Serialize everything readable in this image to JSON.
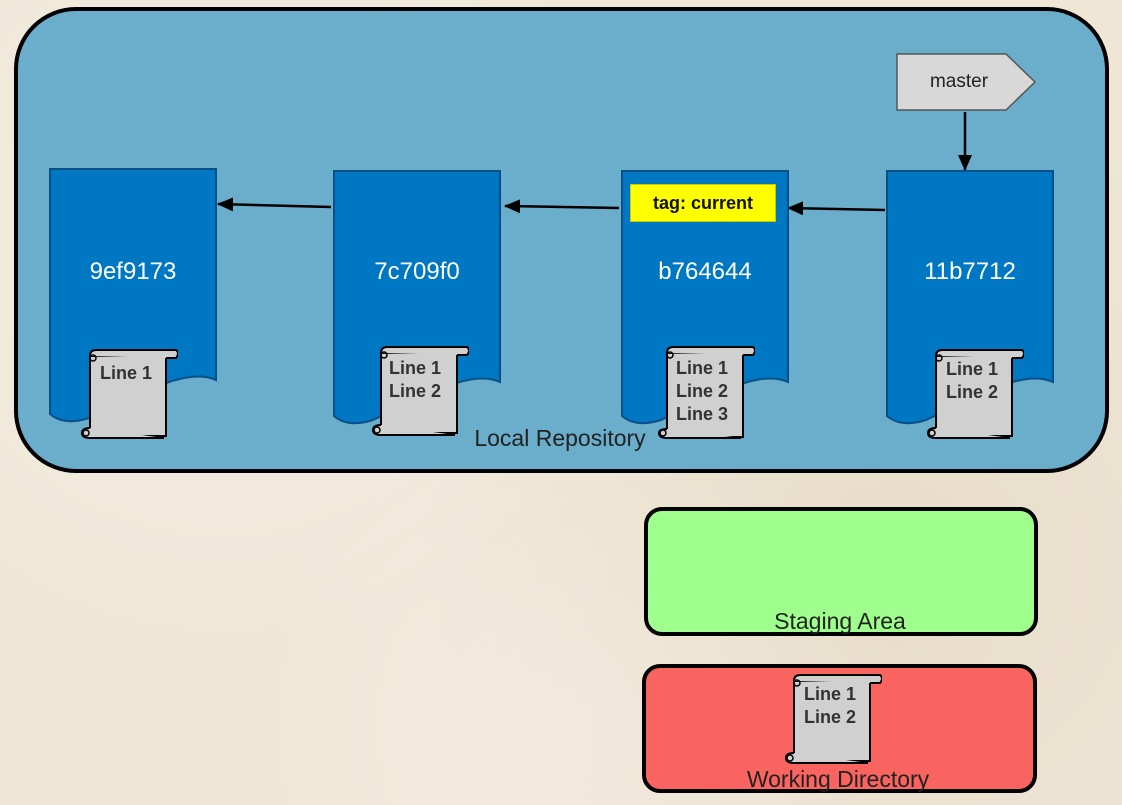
{
  "areas": {
    "local_repository": "Local Repository",
    "staging_area": "Staging Area",
    "working_directory": "Working Directory"
  },
  "branch": {
    "label": "master"
  },
  "tag": {
    "label": "tag: current"
  },
  "commits": [
    {
      "id": "9ef9173",
      "file_lines": [
        "Line 1"
      ]
    },
    {
      "id": "7c709f0",
      "file_lines": [
        "Line 1",
        "Line 2"
      ]
    },
    {
      "id": "b764644",
      "file_lines": [
        "Line 1",
        "Line 2",
        "Line 3"
      ]
    },
    {
      "id": "11b7712",
      "file_lines": [
        "Line 1",
        "Line 2"
      ]
    }
  ],
  "working_directory_file": {
    "file_lines": [
      "Line 1",
      "Line 2"
    ]
  },
  "colors": {
    "repository": "#6aaecc",
    "commit": "#0077c2",
    "staging": "#9fff8c",
    "working": "#f96460",
    "tag": "#ffff00",
    "branch": "#d8d8d8"
  }
}
